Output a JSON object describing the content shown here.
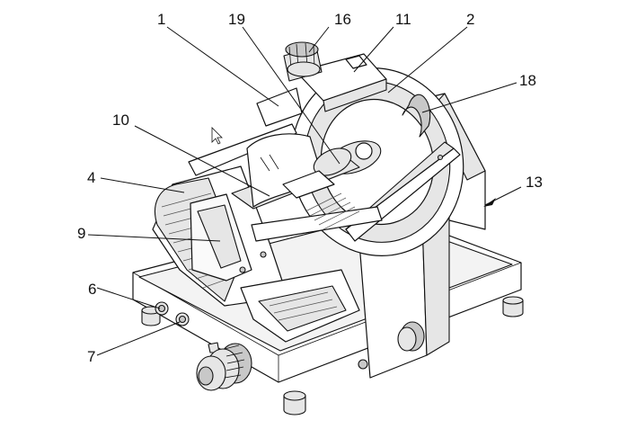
{
  "callouts": [
    {
      "id": "c1",
      "label": "1"
    },
    {
      "id": "c19",
      "label": "19"
    },
    {
      "id": "c16",
      "label": "16"
    },
    {
      "id": "c11",
      "label": "11"
    },
    {
      "id": "c2",
      "label": "2"
    },
    {
      "id": "c18",
      "label": "18"
    },
    {
      "id": "c10",
      "label": "10"
    },
    {
      "id": "c4",
      "label": "4"
    },
    {
      "id": "c13",
      "label": "13"
    },
    {
      "id": "c9",
      "label": "9"
    },
    {
      "id": "c6",
      "label": "6"
    },
    {
      "id": "c7",
      "label": "7"
    }
  ]
}
